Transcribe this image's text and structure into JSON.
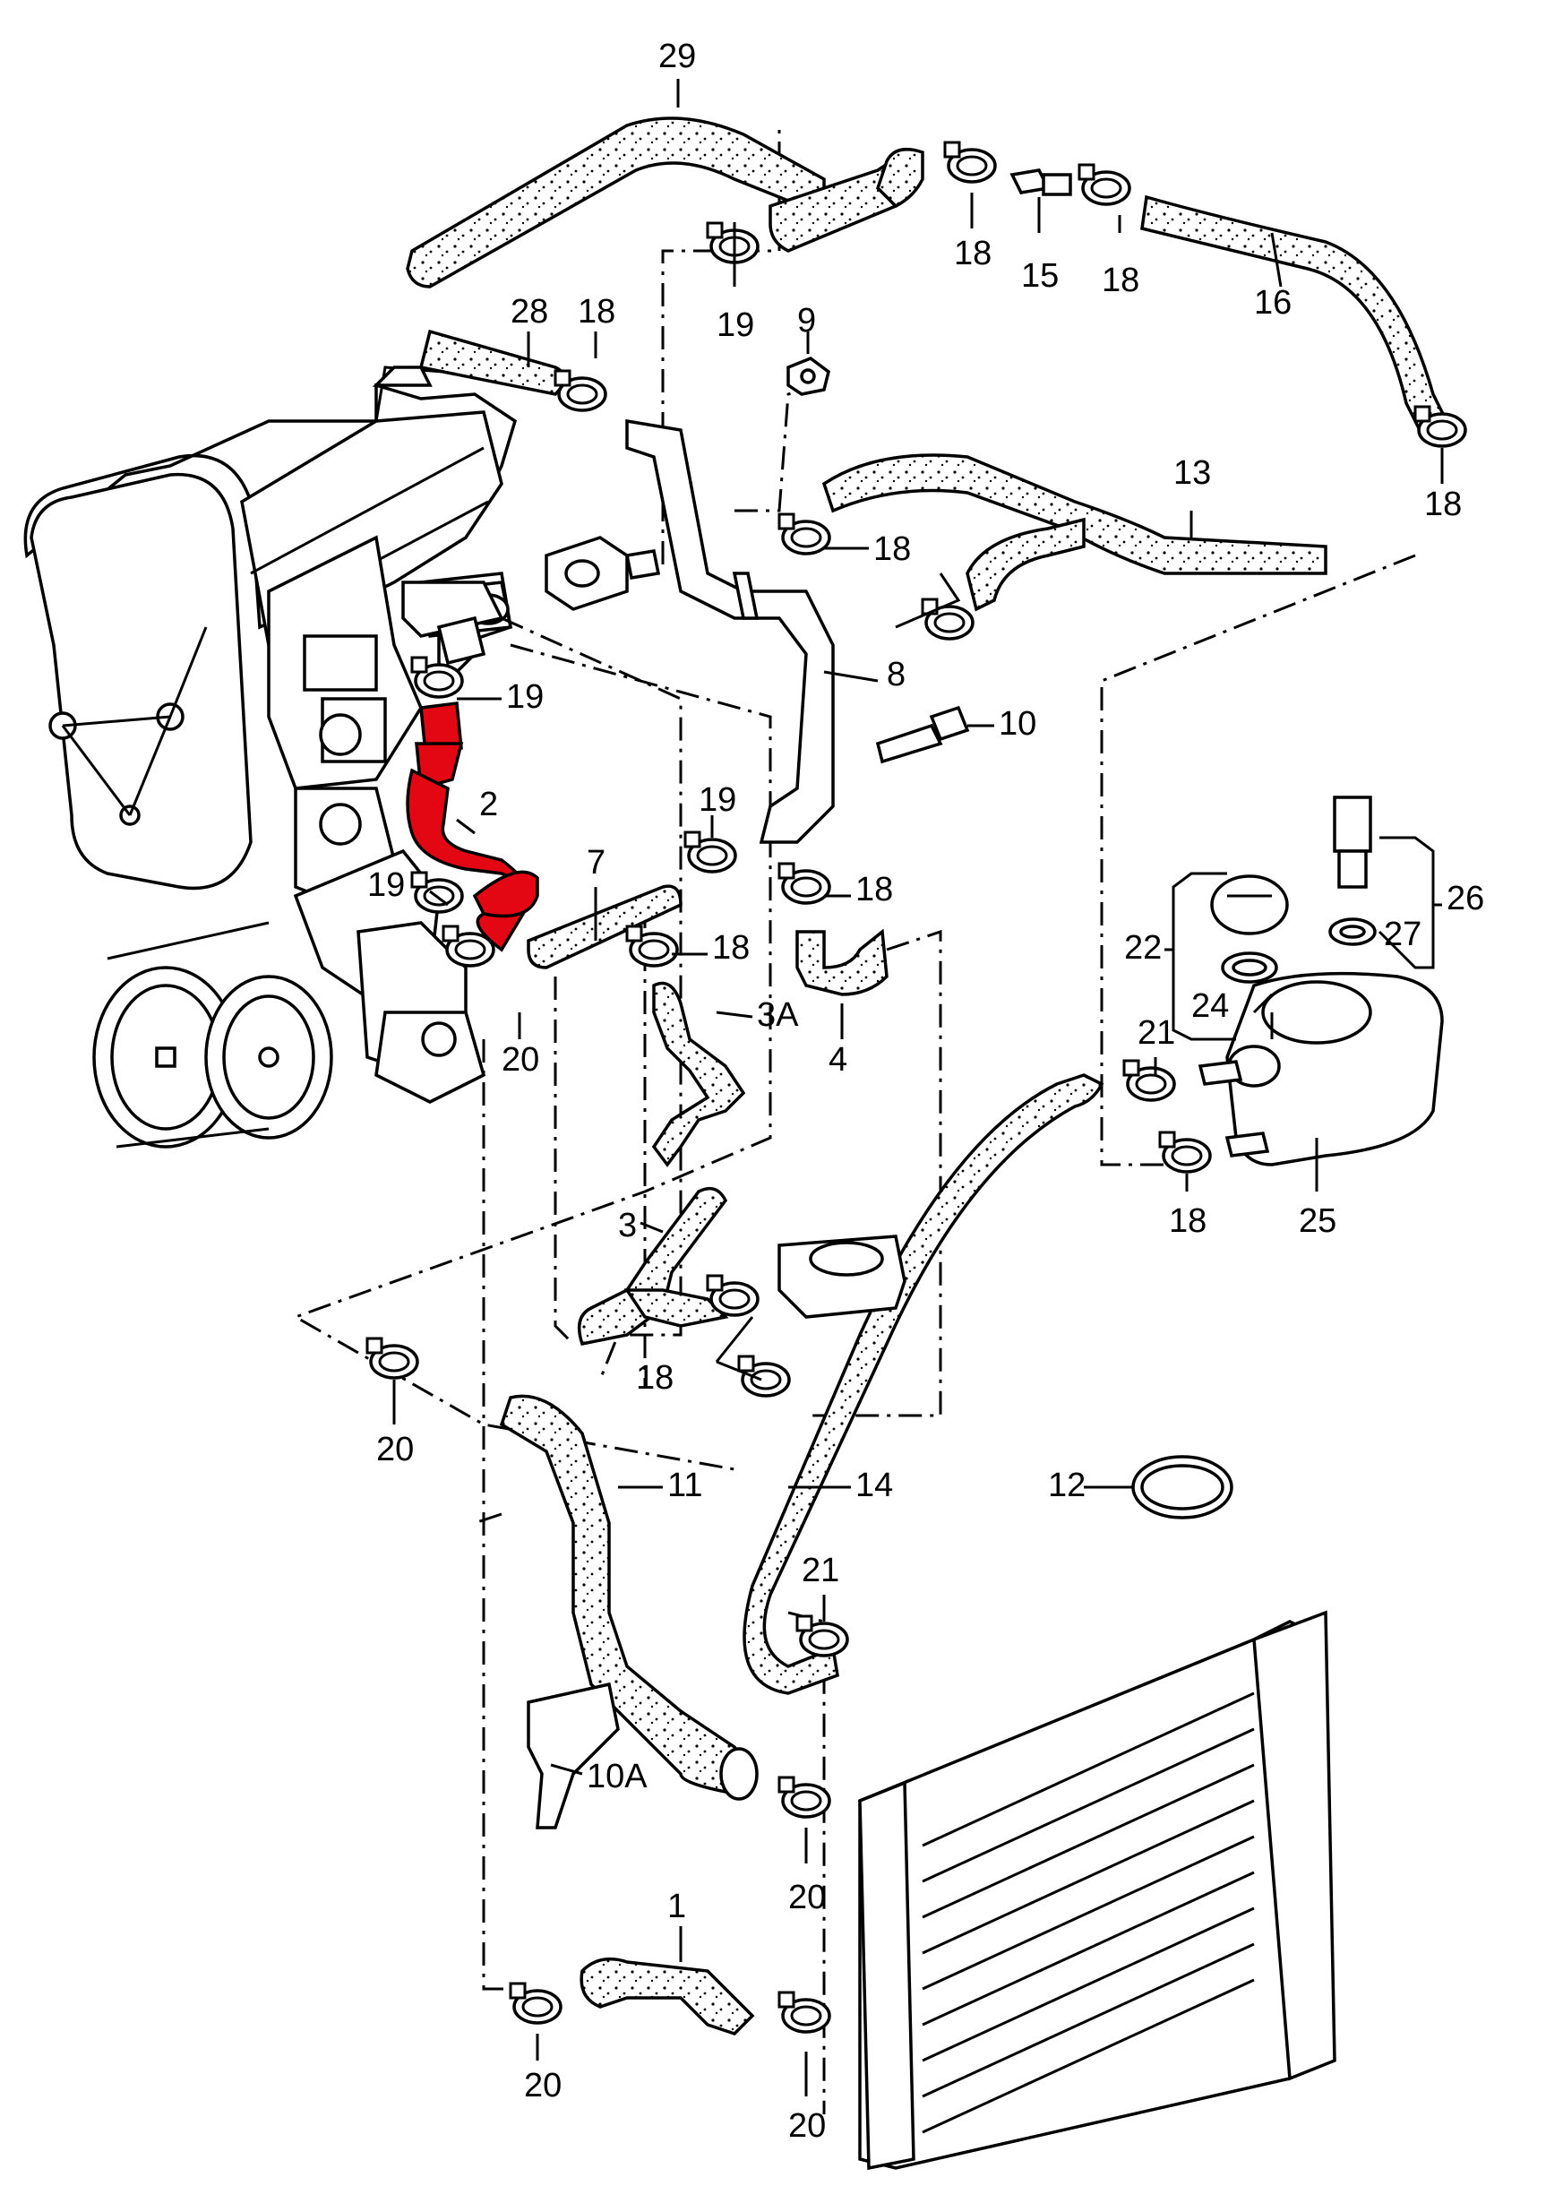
{
  "highlight_color": "#e30613",
  "callouts": {
    "n1": "1",
    "n2": "2",
    "n3": "3",
    "n3a": "3A",
    "n4": "4",
    "n7": "7",
    "n8": "8",
    "n9": "9",
    "n10": "10",
    "n10a": "10A",
    "n11": "11",
    "n12": "12",
    "n13": "13",
    "n14": "14",
    "n15": "15",
    "n16": "16",
    "n18": "18",
    "n19": "19",
    "n20": "20",
    "n21": "21",
    "n22": "22",
    "n24": "24",
    "n25": "25",
    "n26": "26",
    "n27": "27",
    "n28": "28",
    "n29": "29"
  }
}
